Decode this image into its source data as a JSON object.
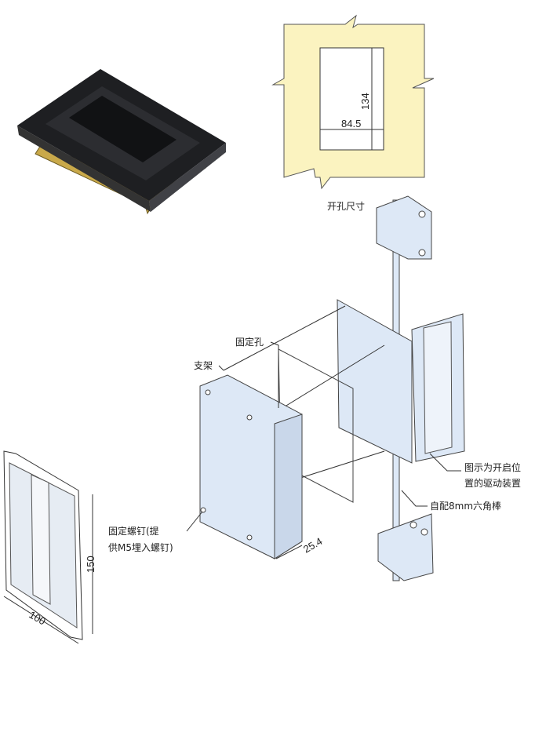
{
  "cutout": {
    "title": "开孔尺寸",
    "width_dim": "84.5",
    "height_dim": "134",
    "panel_color": "#fbf3c0"
  },
  "front_view": {
    "height_dim": "150",
    "width_dim": "100"
  },
  "callouts": {
    "mount_hole": "固定孔",
    "bracket": "支架",
    "drive_line1": "图示为开启位",
    "drive_line2": "置的驱动装置",
    "hex_rod": "自配8mm六角棒",
    "screw_line1": "固定螺钉(提",
    "screw_line2": "供M5埋入螺钉)",
    "depth_dim": "25.4"
  },
  "colors": {
    "part_fill": "#dde8f6",
    "product_black": "#1e1f22",
    "product_brass": "#c9a94a"
  }
}
